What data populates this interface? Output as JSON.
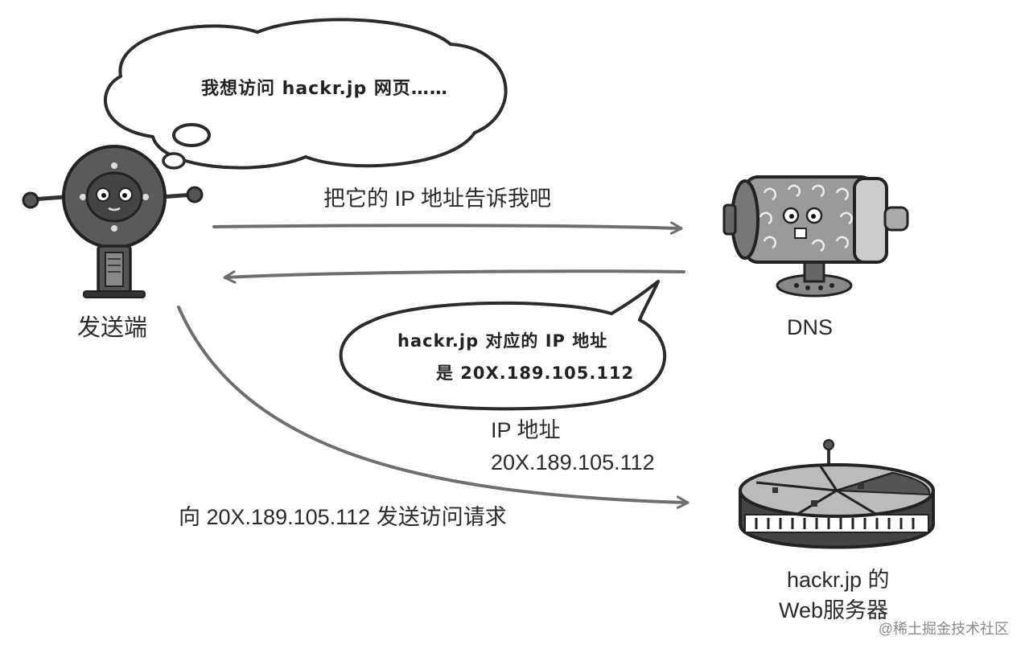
{
  "thought_bubble": {
    "text": "我想访问 hackr.jp 网页……"
  },
  "sender": {
    "label": "发送端"
  },
  "dns": {
    "label": "DNS"
  },
  "request": {
    "label": "把它的 IP 地址告诉我吧"
  },
  "reply_bubble": {
    "line1": "hackr.jp 对应的 IP 地址",
    "line2": "是 20X.189.105.112"
  },
  "ip_info": {
    "title": "IP 地址",
    "value": "20X.189.105.112"
  },
  "access_request": {
    "label": "向 20X.189.105.112 发送访问请求"
  },
  "web_server": {
    "line1": "hackr.jp 的",
    "line2": "Web服务器"
  },
  "watermark": {
    "text": "@稀土掘金技术社区"
  },
  "colors": {
    "ink": "#2b2b2b",
    "arrow": "#6e6e6e",
    "robot_body": "#555555",
    "robot_face": "#444444",
    "device_gray": "#9a9a9a"
  }
}
